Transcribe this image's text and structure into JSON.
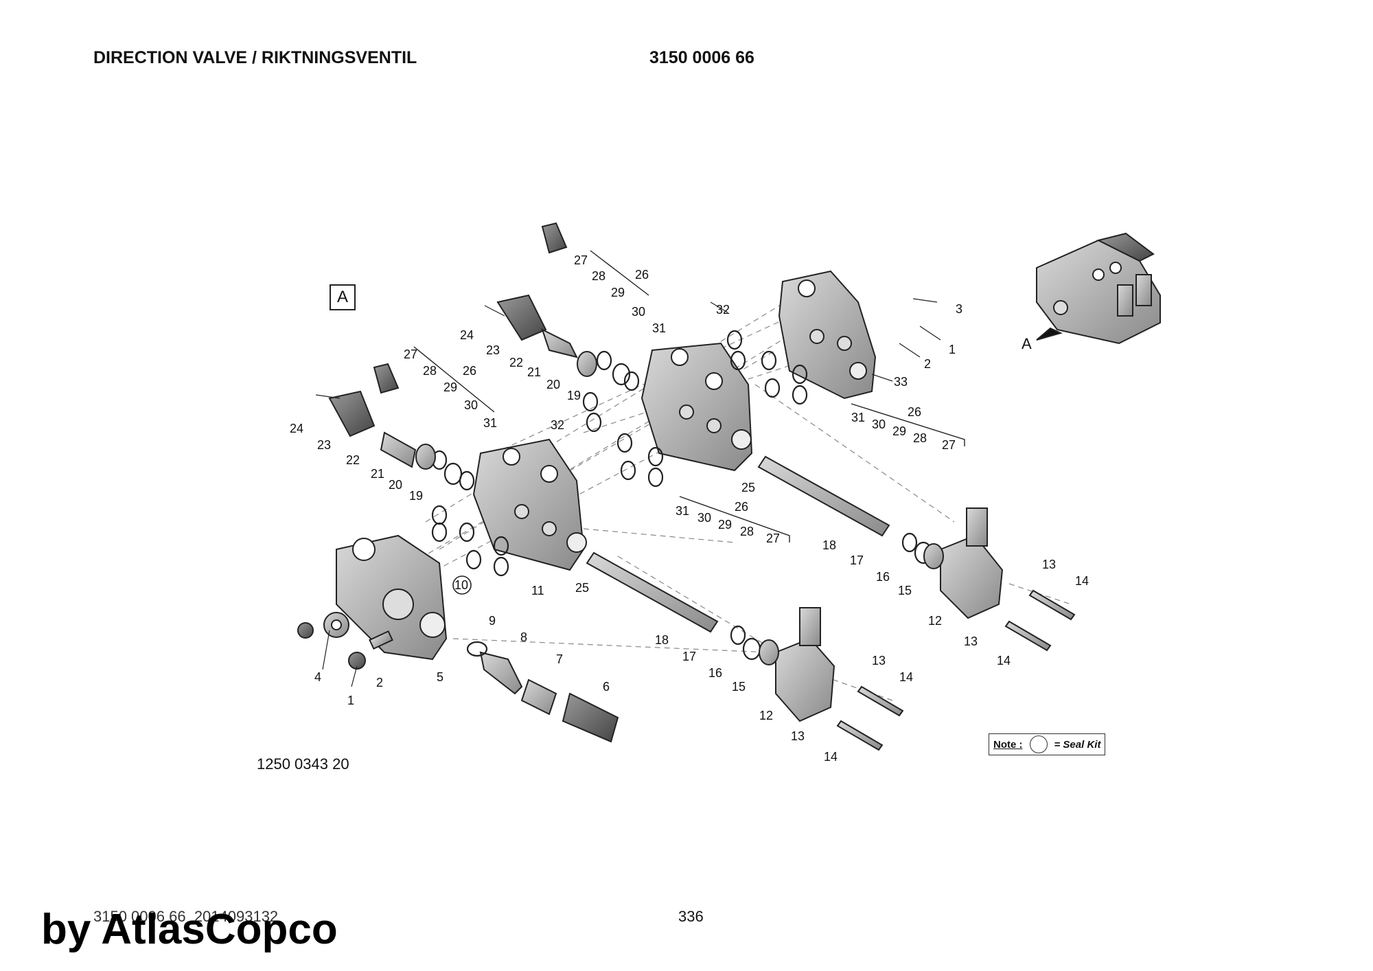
{
  "header": {
    "title": "DIRECTION VALVE / RIKTNINGSVENTIL",
    "part_number": "3150 0006 66"
  },
  "drawing": {
    "view_label": "A",
    "drawing_number": "1250 0343 20",
    "inset_label": "A",
    "callouts_group_upper_left": [
      "27",
      "28",
      "29",
      "30",
      "31",
      "26",
      "24",
      "23",
      "22",
      "21",
      "20",
      "19",
      "32"
    ],
    "callouts_group_mid_left": [
      "27",
      "28",
      "29",
      "30",
      "31",
      "26",
      "24",
      "23",
      "22",
      "21",
      "20",
      "19",
      "32"
    ],
    "callouts_right_body": [
      "3",
      "1",
      "2",
      "33",
      "31",
      "30",
      "29",
      "28",
      "27",
      "26",
      "25",
      "18",
      "17",
      "16",
      "15",
      "13",
      "14",
      "12",
      "13",
      "14"
    ],
    "callouts_lower": [
      "10",
      "11",
      "25",
      "31",
      "30",
      "29",
      "28",
      "27",
      "26",
      "9",
      "8",
      "7",
      "6",
      "4",
      "2",
      "5",
      "1",
      "18",
      "17",
      "16",
      "15",
      "13",
      "14",
      "12",
      "13",
      "14"
    ]
  },
  "note": {
    "label": "Note :",
    "text": "= Seal Kit"
  },
  "footer": {
    "doc_code": "3150 0006 66_2014093132",
    "page_number": "336",
    "watermark": "by AtlasCopco"
  }
}
